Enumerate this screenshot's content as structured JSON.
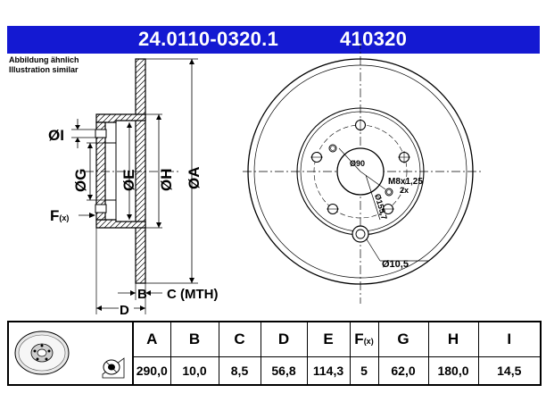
{
  "header": {
    "part_number": "24.0110-0320.1",
    "short_number": "410320",
    "note_line1": "Abbildung ähnlich",
    "note_line2": "Illustration similar",
    "banner_color": "#1419d2"
  },
  "side_view": {
    "label_I": "ØI",
    "label_G": "ØG",
    "label_E": "ØE",
    "label_H": "ØH",
    "label_A": "ØA",
    "label_F": "F",
    "label_F_sub": "(x)",
    "label_B": "B",
    "label_C": "C (MTH)",
    "label_D": "D"
  },
  "front_view": {
    "center_bore": "Ø90",
    "thread": "M8x1,25",
    "thread_count": "2x",
    "pcd": "Ø155,7",
    "bolt_hole": "Ø10,5"
  },
  "table": {
    "icons": [
      "brake-disc-icon",
      "brake-disc-small-icon"
    ],
    "columns": [
      {
        "key": "A",
        "label": "A",
        "sub": "",
        "value": "290,0"
      },
      {
        "key": "B",
        "label": "B",
        "sub": "",
        "value": "10,0"
      },
      {
        "key": "C",
        "label": "C",
        "sub": "",
        "value": "8,5"
      },
      {
        "key": "D",
        "label": "D",
        "sub": "",
        "value": "56,8"
      },
      {
        "key": "E",
        "label": "E",
        "sub": "",
        "value": "114,3"
      },
      {
        "key": "F",
        "label": "F",
        "sub": "(x)",
        "value": "5"
      },
      {
        "key": "G",
        "label": "G",
        "sub": "",
        "value": "62,0"
      },
      {
        "key": "H",
        "label": "H",
        "sub": "",
        "value": "180,0"
      },
      {
        "key": "I",
        "label": "I",
        "sub": "",
        "value": "14,5"
      }
    ]
  }
}
